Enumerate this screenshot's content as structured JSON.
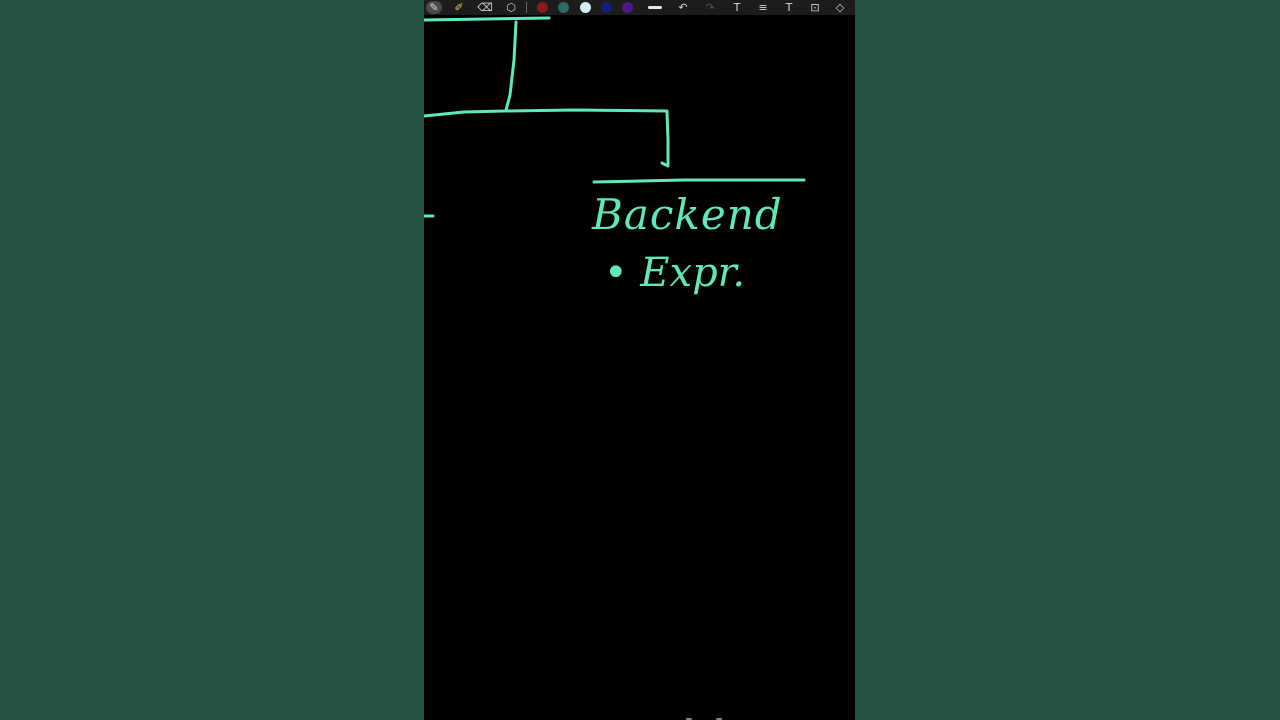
{
  "toolbar": {
    "tools": [
      {
        "name": "pen",
        "glyph": "✎",
        "active": true
      },
      {
        "name": "highlighter",
        "glyph": "✐",
        "active": false
      },
      {
        "name": "eraser",
        "glyph": "⌫",
        "active": false
      },
      {
        "name": "lasso",
        "glyph": "⬡",
        "active": false
      }
    ],
    "swatches": [
      "#8b1a1a",
      "#2e6b60",
      "#cfeff0",
      "#12207a",
      "#4a1a8c"
    ],
    "actions": [
      {
        "name": "undo",
        "glyph": "↶"
      },
      {
        "name": "redo",
        "glyph": "↷"
      },
      {
        "name": "text-tool",
        "glyph": "T"
      },
      {
        "name": "format",
        "glyph": "≡"
      },
      {
        "name": "text-style",
        "glyph": "T"
      },
      {
        "name": "insert",
        "glyph": "⊡"
      },
      {
        "name": "shapes",
        "glyph": "◇"
      }
    ]
  },
  "canvas": {
    "ink_color": "#5fe8bf",
    "background": "#000000",
    "handwriting": {
      "heading": "Backend",
      "bullet": "• Expr."
    }
  },
  "colors": {
    "page_background": "#235245",
    "toolbar_background": "#1c1c1c"
  }
}
